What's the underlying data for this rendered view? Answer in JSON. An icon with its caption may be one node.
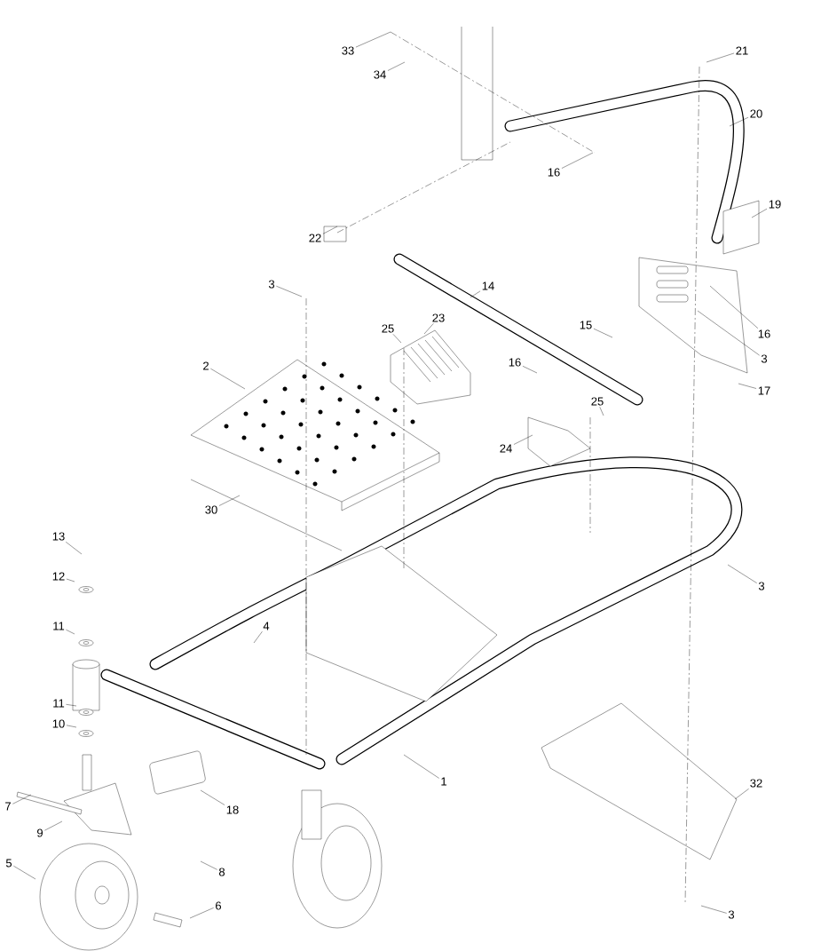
{
  "diagram": {
    "nodes": [
      {
        "text": [
          "33"
        ]
      },
      {
        "text": [
          "34"
        ]
      },
      {
        "text": [
          "21"
        ]
      },
      {
        "text": [
          "20"
        ]
      },
      {
        "text": [
          "16"
        ]
      },
      {
        "text": [
          "22"
        ]
      },
      {
        "text": [
          "19"
        ]
      },
      {
        "text": [
          "3"
        ]
      },
      {
        "text": [
          "14"
        ]
      },
      {
        "text": [
          "23"
        ]
      },
      {
        "text": [
          "25"
        ]
      },
      {
        "text": [
          "15"
        ]
      },
      {
        "text": [
          "16"
        ]
      },
      {
        "text": [
          "3"
        ]
      },
      {
        "text": [
          "17"
        ]
      },
      {
        "text": [
          "2"
        ]
      },
      {
        "text": [
          "16"
        ]
      },
      {
        "text": [
          "25"
        ]
      },
      {
        "text": [
          "24"
        ]
      },
      {
        "text": [
          "30"
        ]
      },
      {
        "text": [
          "3"
        ]
      },
      {
        "text": [
          "13"
        ]
      },
      {
        "text": [
          "12"
        ]
      },
      {
        "text": [
          "11"
        ]
      },
      {
        "text": [
          "4"
        ]
      },
      {
        "text": [
          "11"
        ]
      },
      {
        "text": [
          "10"
        ]
      },
      {
        "text": [
          "1"
        ]
      },
      {
        "text": [
          "18"
        ]
      },
      {
        "text": [
          "32"
        ]
      },
      {
        "text": [
          "7"
        ]
      },
      {
        "text": [
          "9"
        ]
      },
      {
        "text": [
          "8"
        ]
      },
      {
        "text": [
          "5"
        ]
      },
      {
        "text": [
          "6"
        ]
      },
      {
        "text": [
          "3"
        ]
      }
    ],
    "edges": [
      {
        "from": 0,
        "to": null,
        "arrow": "none"
      },
      {
        "from": 1,
        "to": null,
        "arrow": "none"
      },
      {
        "from": 2,
        "to": null,
        "arrow": "none"
      },
      {
        "from": 3,
        "to": null,
        "arrow": "none"
      },
      {
        "from": 4,
        "to": null,
        "arrow": "none"
      },
      {
        "from": 5,
        "to": null,
        "arrow": "none"
      },
      {
        "from": 6,
        "to": null,
        "arrow": "none"
      },
      {
        "from": 7,
        "to": null,
        "arrow": "none"
      },
      {
        "from": 8,
        "to": null,
        "arrow": "none"
      },
      {
        "from": 9,
        "to": null,
        "arrow": "none"
      },
      {
        "from": 10,
        "to": null,
        "arrow": "none"
      },
      {
        "from": 11,
        "to": null,
        "arrow": "none"
      },
      {
        "from": 12,
        "to": null,
        "arrow": "none"
      },
      {
        "from": 13,
        "to": null,
        "arrow": "none"
      },
      {
        "from": 14,
        "to": null,
        "arrow": "none"
      },
      {
        "from": 15,
        "to": null,
        "arrow": "none"
      },
      {
        "from": 16,
        "to": null,
        "arrow": "none"
      },
      {
        "from": 17,
        "to": null,
        "arrow": "none"
      },
      {
        "from": 18,
        "to": null,
        "arrow": "none"
      },
      {
        "from": 19,
        "to": null,
        "arrow": "none"
      },
      {
        "from": 20,
        "to": null,
        "arrow": "none"
      },
      {
        "from": 21,
        "to": null,
        "arrow": "none"
      },
      {
        "from": 22,
        "to": null,
        "arrow": "none"
      },
      {
        "from": 23,
        "to": null,
        "arrow": "none"
      },
      {
        "from": 24,
        "to": null,
        "arrow": "none"
      },
      {
        "from": 25,
        "to": null,
        "arrow": "none"
      },
      {
        "from": 26,
        "to": null,
        "arrow": "none"
      },
      {
        "from": 27,
        "to": null,
        "arrow": "none"
      },
      {
        "from": 28,
        "to": null,
        "arrow": "none"
      },
      {
        "from": 29,
        "to": null,
        "arrow": "none"
      },
      {
        "from": 30,
        "to": null,
        "arrow": "none"
      },
      {
        "from": 31,
        "to": null,
        "arrow": "none"
      },
      {
        "from": 32,
        "to": null,
        "arrow": "none"
      },
      {
        "from": 33,
        "to": null,
        "arrow": "none"
      },
      {
        "from": 34,
        "to": null,
        "arrow": "none"
      },
      {
        "from": 35,
        "to": null,
        "arrow": "none"
      }
    ]
  }
}
